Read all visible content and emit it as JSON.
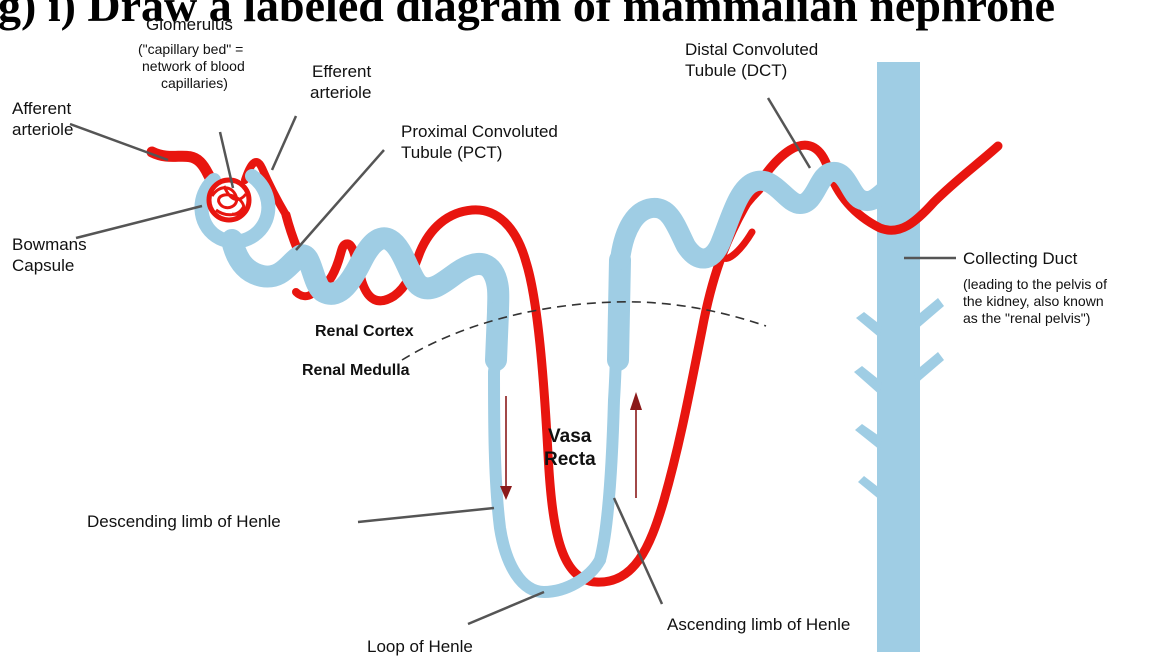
{
  "heading": "g) i) Draw a labeled diagram of mammalian nephrone",
  "colors": {
    "tubule": "#9fcde4",
    "blood": "#e8150f",
    "arrow": "#8b1a1a",
    "leader": "#555555",
    "text": "#111111"
  },
  "labels": {
    "glomerulus_title": "Glomerulus",
    "glomerulus_note": [
      "(\"capillary bed\" =",
      "network of blood",
      "capillaries)"
    ],
    "efferent": [
      "Efferent",
      "arteriole"
    ],
    "afferent": [
      "Afferent",
      "arteriole"
    ],
    "pct": [
      "Proximal Convoluted",
      "Tubule (PCT)"
    ],
    "dct": [
      "Distal Convoluted",
      "Tubule (DCT)"
    ],
    "bowmans": [
      "Bowmans",
      "Capsule"
    ],
    "collecting_title": "Collecting Duct",
    "collecting_note": [
      "(leading to the pelvis of",
      "the kidney, also known",
      "as the \"renal pelvis\")"
    ],
    "renal_cortex": "Renal Cortex",
    "renal_medulla": "Renal Medulla",
    "vasa_recta": [
      "Vasa",
      "Recta"
    ],
    "descending": "Descending limb of Henle",
    "loop": "Loop of Henle",
    "ascending": "Ascending limb of Henle"
  }
}
